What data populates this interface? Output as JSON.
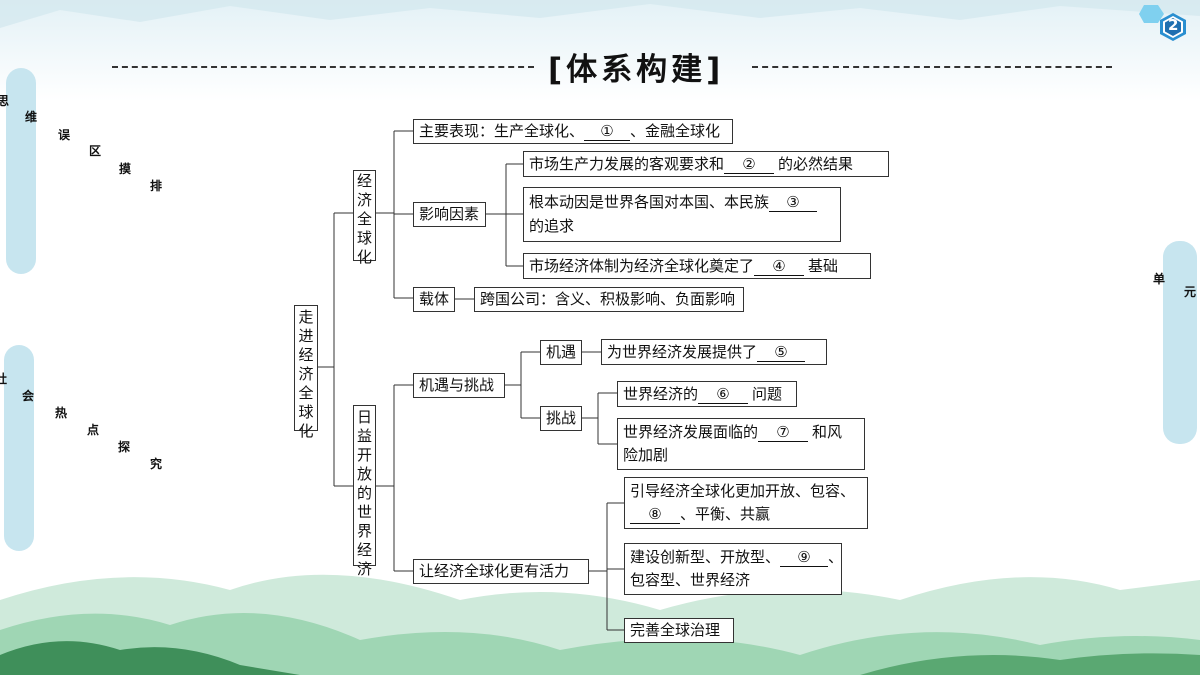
{
  "title": "[体系构建]",
  "page_number": "2",
  "left_tabs": [
    {
      "chars": [
        "思",
        "维",
        "误",
        "区",
        "摸",
        "排"
      ]
    },
    {
      "chars": [
        "社",
        "会",
        "热",
        "点",
        "探",
        "究"
      ]
    }
  ],
  "right_tab": {
    "chars": [
      "单",
      "元"
    ]
  },
  "root": [
    "走",
    "进",
    "经",
    "济",
    "全",
    "球",
    "化"
  ],
  "branch1": {
    "label": [
      "经",
      "济",
      "全",
      "球",
      "化"
    ],
    "main_label_a": "主要表现：生产全球化、",
    "main_blank": "①",
    "main_label_b": "、金融全球化",
    "factors_label": "影响因素",
    "f1_a": "市场生产力发展的客观要求和",
    "f1_blank": "②",
    "f1_b": "的必然结果",
    "f2_a": "根本动因是世界各国对本国、本民族",
    "f2_blank": "③",
    "f2_b": "的追求",
    "f3_a": "市场经济体制为经济全球化奠定了",
    "f3_blank": "④",
    "f3_b": "基础",
    "carrier_label": "载体",
    "carrier_text": "跨国公司：含义、积极影响、负面影响"
  },
  "branch2": {
    "label": [
      "日",
      "益",
      "开",
      "放",
      "的",
      "世",
      "界",
      "经",
      "济"
    ],
    "oc_label": "机遇与挑战",
    "opp_label": "机遇",
    "opp_a": "为世界经济发展提供了",
    "opp_blank": "⑤",
    "chal_label": "挑战",
    "c1_a": "世界经济的",
    "c1_blank": "⑥",
    "c1_b": "问题",
    "c2_a": "世界经济发展面临的",
    "c2_blank": "⑦",
    "c2_b": "和风",
    "c2_c": "险加剧",
    "vit_label": "让经济全球化更有活力",
    "v1_a": "引导经济全球化更加开放、包容、",
    "v1_blank": "⑧",
    "v1_b": "、平衡、共赢",
    "v2_a": "建设创新型、开放型、",
    "v2_blank": "⑨",
    "v2_b": "、",
    "v2_c": "包容型、世界经济",
    "v3": "完善全球治理"
  },
  "colors": {
    "tab": "#c7e5ef",
    "mountain_dark": "#3f8f5a",
    "mountain_light": "#9fd6b4",
    "badge": "#2a8fd0"
  }
}
